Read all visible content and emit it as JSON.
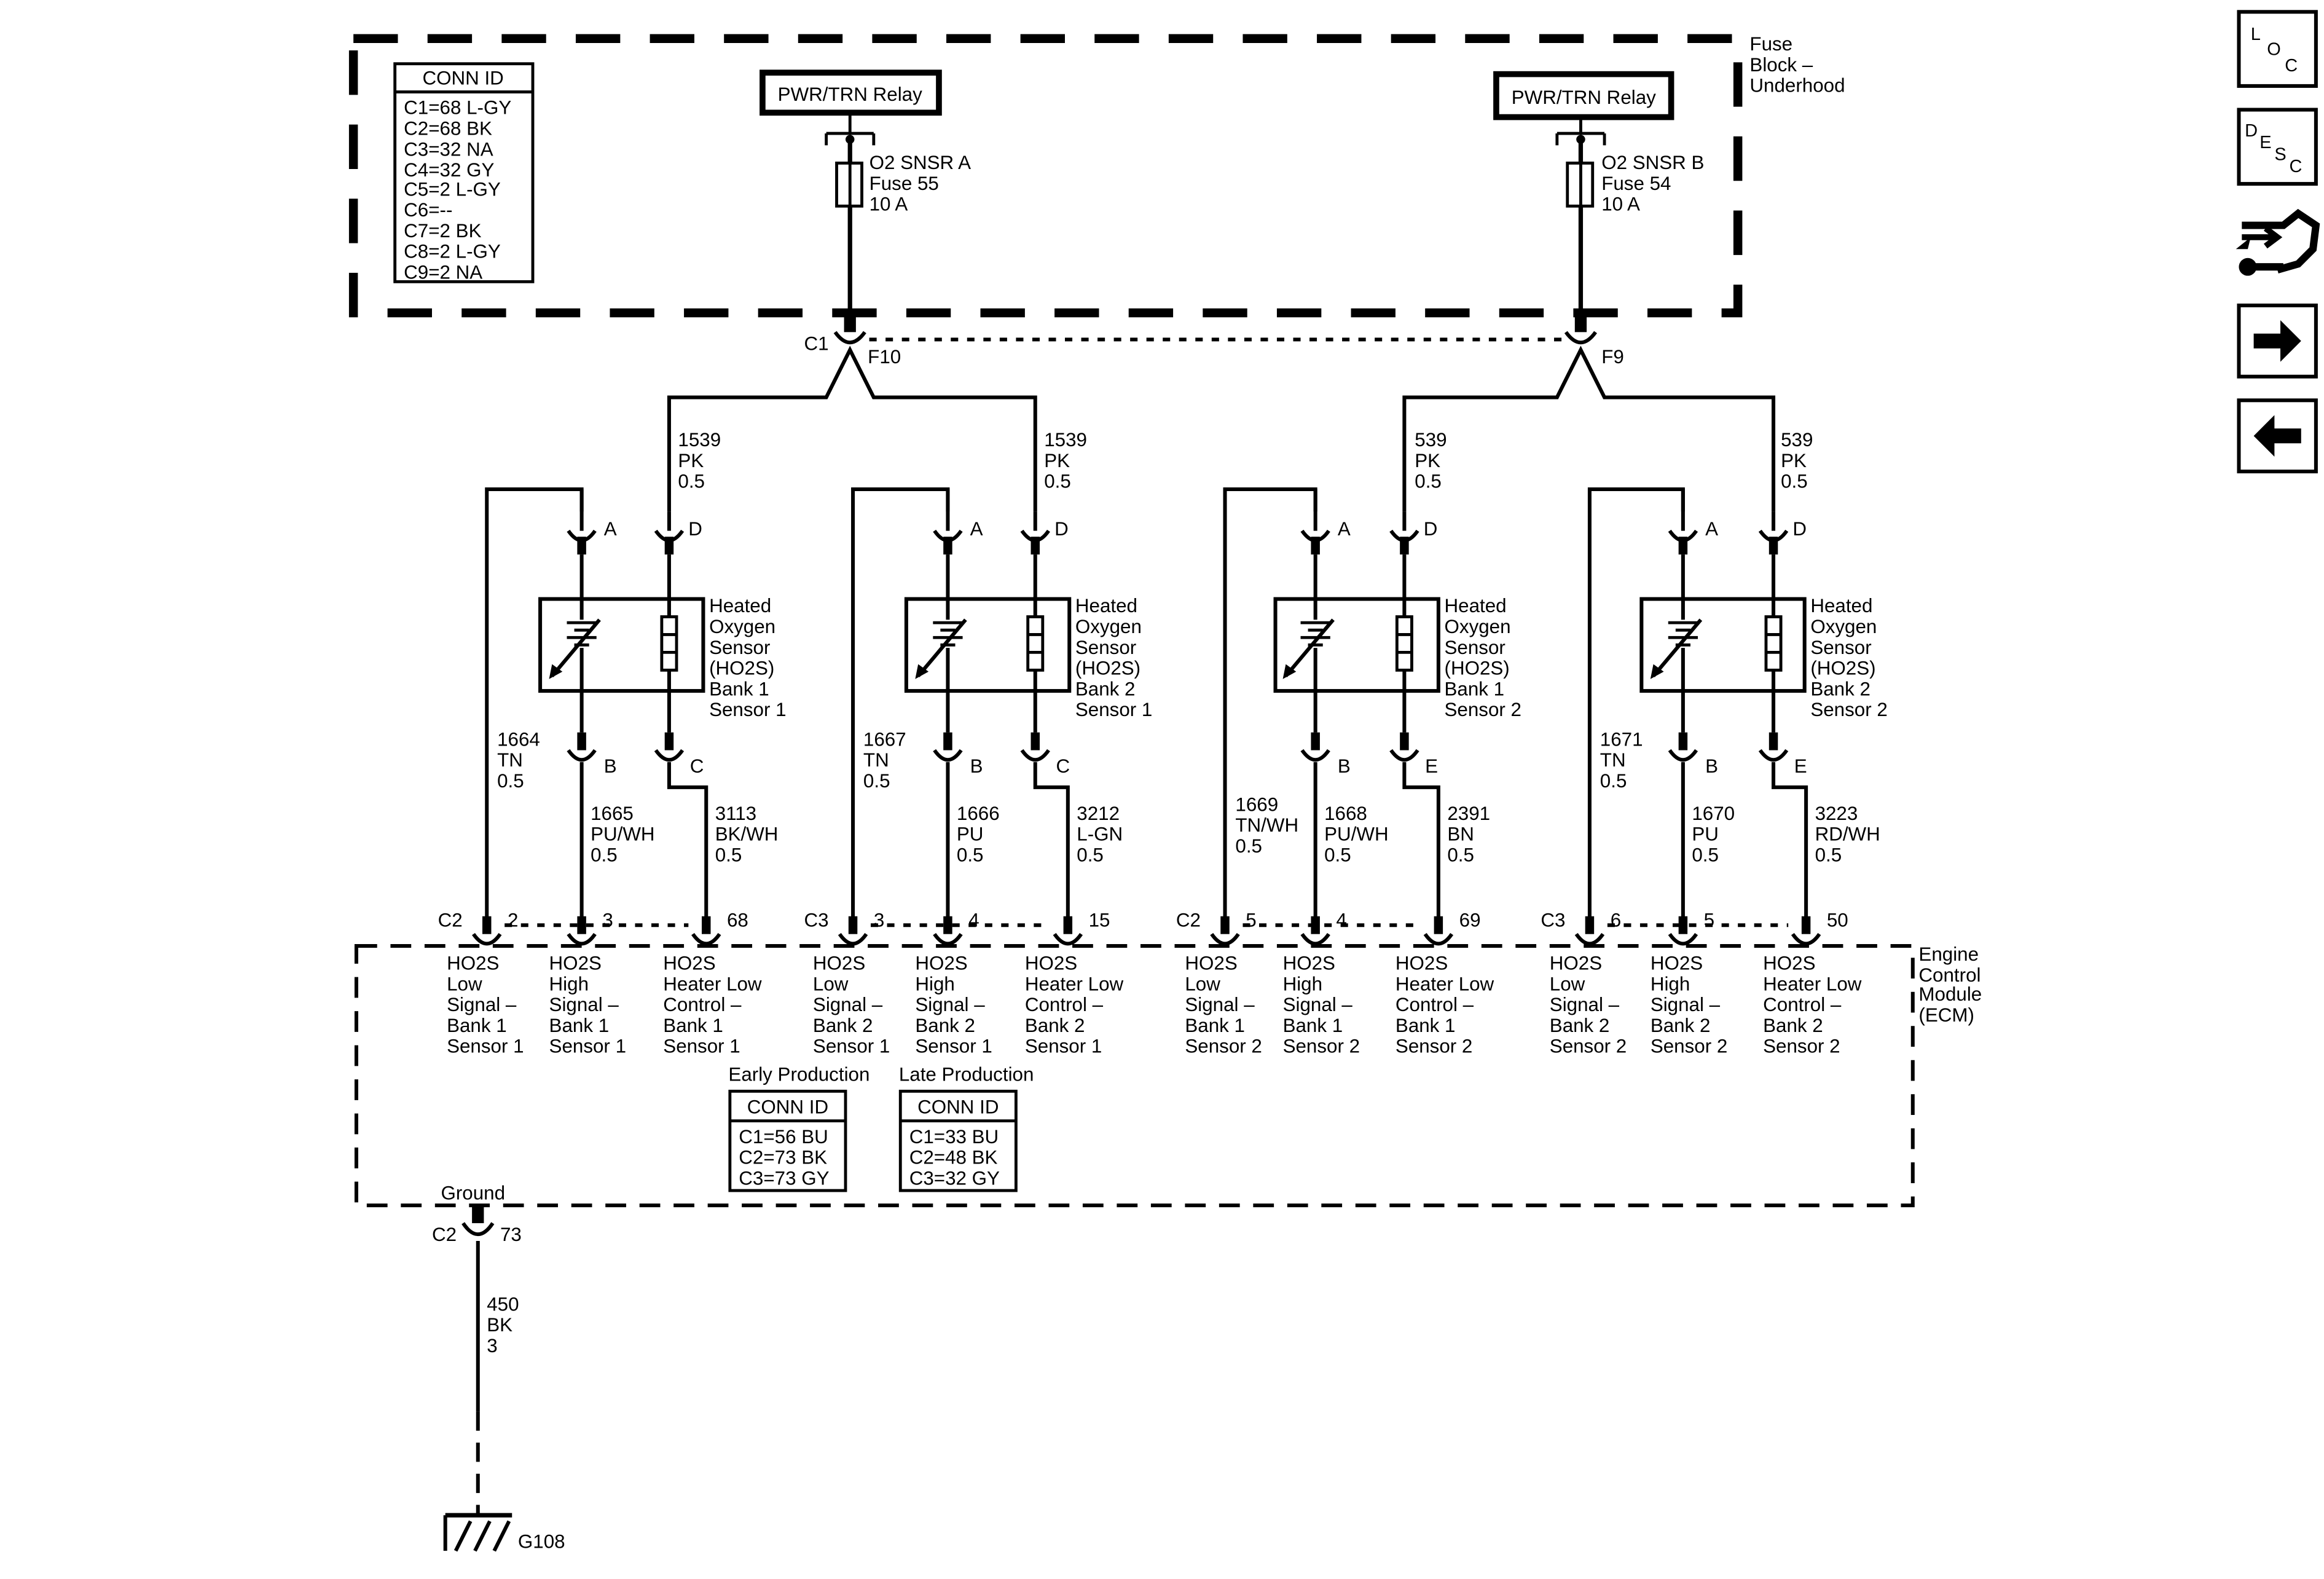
{
  "fuse_block": {
    "label_lines": [
      "Fuse",
      "Block –",
      "Underhood"
    ],
    "conn_id": {
      "title": "CONN ID",
      "rows": [
        "C1=68 L-GY",
        "C2=68 BK",
        "C3=32 NA",
        "C4=32 GY",
        "C5=2 L-GY",
        "C6=--",
        "C7=2 BK",
        "C8=2 L-GY",
        "C9=2 NA"
      ]
    },
    "relays": [
      {
        "label": "PWR/TRN Relay",
        "fuse_lines": [
          "O2 SNSR A",
          "Fuse 55",
          "10 A"
        ]
      },
      {
        "label": "PWR/TRN Relay",
        "fuse_lines": [
          "O2 SNSR B",
          "Fuse 54",
          "10 A"
        ]
      }
    ],
    "outputs": [
      {
        "connector": "C1",
        "pin": "F10"
      },
      {
        "connector": "",
        "pin": "F9"
      }
    ]
  },
  "feed_wires": [
    {
      "circuit": "1539",
      "color": "PK",
      "size": "0.5"
    },
    {
      "circuit": "1539",
      "color": "PK",
      "size": "0.5"
    },
    {
      "circuit": "539",
      "color": "PK",
      "size": "0.5"
    },
    {
      "circuit": "539",
      "color": "PK",
      "size": "0.5"
    }
  ],
  "sensors": [
    {
      "label_lines": [
        "Heated",
        "Oxygen",
        "Sensor",
        "(HO2S)",
        "Bank 1",
        "Sensor 1"
      ],
      "pins_top": [
        "A",
        "D"
      ],
      "pins_bottom": [
        "B",
        "C"
      ],
      "low_wire": [
        "1664",
        "TN",
        "0.5"
      ],
      "high_wire": [
        "1665",
        "PU/WH",
        "0.5"
      ],
      "heater_wire": [
        "3113",
        "BK/WH",
        "0.5"
      ],
      "ecm_connector": "C2",
      "ecm_pins": [
        "2",
        "3",
        "68"
      ]
    },
    {
      "label_lines": [
        "Heated",
        "Oxygen",
        "Sensor",
        "(HO2S)",
        "Bank 2",
        "Sensor 1"
      ],
      "pins_top": [
        "A",
        "D"
      ],
      "pins_bottom": [
        "B",
        "C"
      ],
      "low_wire": [
        "1667",
        "TN",
        "0.5"
      ],
      "high_wire": [
        "1666",
        "PU",
        "0.5"
      ],
      "heater_wire": [
        "3212",
        "L-GN",
        "0.5"
      ],
      "ecm_connector": "C3",
      "ecm_pins": [
        "3",
        "4",
        "15"
      ]
    },
    {
      "label_lines": [
        "Heated",
        "Oxygen",
        "Sensor",
        "(HO2S)",
        "Bank 1",
        "Sensor 2"
      ],
      "pins_top": [
        "A",
        "D"
      ],
      "pins_bottom": [
        "B",
        "E"
      ],
      "low_wire": [
        "1669",
        "TN/WH",
        "0.5"
      ],
      "high_wire": [
        "1668",
        "PU/WH",
        "0.5"
      ],
      "heater_wire": [
        "2391",
        "BN",
        "0.5"
      ],
      "ecm_connector": "C2",
      "ecm_pins": [
        "5",
        "4",
        "69"
      ]
    },
    {
      "label_lines": [
        "Heated",
        "Oxygen",
        "Sensor",
        "(HO2S)",
        "Bank 2",
        "Sensor 2"
      ],
      "pins_top": [
        "A",
        "D"
      ],
      "pins_bottom": [
        "B",
        "E"
      ],
      "low_wire": [
        "1671",
        "TN",
        "0.5"
      ],
      "high_wire": [
        "1670",
        "PU",
        "0.5"
      ],
      "heater_wire": [
        "3223",
        "RD/WH",
        "0.5"
      ],
      "ecm_connector": "C3",
      "ecm_pins": [
        "6",
        "5",
        "50"
      ]
    }
  ],
  "ecm": {
    "label_lines": [
      "Engine",
      "Control",
      "Module",
      "(ECM)"
    ],
    "signal_labels": [
      [
        "HO2S",
        "Low",
        "Signal –",
        "Bank 1",
        "Sensor 1"
      ],
      [
        "HO2S",
        "High",
        "Signal –",
        "Bank 1",
        "Sensor 1"
      ],
      [
        "HO2S",
        "Heater Low",
        "Control –",
        "Bank 1",
        "Sensor 1"
      ],
      [
        "HO2S",
        "Low",
        "Signal –",
        "Bank 2",
        "Sensor 1"
      ],
      [
        "HO2S",
        "High",
        "Signal –",
        "Bank 2",
        "Sensor 1"
      ],
      [
        "HO2S",
        "Heater Low",
        "Control –",
        "Bank 2",
        "Sensor 1"
      ],
      [
        "HO2S",
        "Low",
        "Signal –",
        "Bank 1",
        "Sensor 2"
      ],
      [
        "HO2S",
        "High",
        "Signal –",
        "Bank 1",
        "Sensor 2"
      ],
      [
        "HO2S",
        "Heater Low",
        "Control –",
        "Bank 1",
        "Sensor 2"
      ],
      [
        "HO2S",
        "Low",
        "Signal –",
        "Bank 2",
        "Sensor 2"
      ],
      [
        "HO2S",
        "High",
        "Signal –",
        "Bank 2",
        "Sensor 2"
      ],
      [
        "HO2S",
        "Heater Low",
        "Control –",
        "Bank 2",
        "Sensor 2"
      ]
    ],
    "early": {
      "caption": "Early Production",
      "title": "CONN ID",
      "rows": [
        "C1=56 BU",
        "C2=73 BK",
        "C3=73 GY"
      ]
    },
    "late": {
      "caption": "Late Production",
      "title": "CONN ID",
      "rows": [
        "C1=33 BU",
        "C2=48 BK",
        "C3=32 GY"
      ]
    },
    "ground": {
      "label": "Ground",
      "connector": "C2",
      "pin": "73",
      "wire": [
        "450",
        "BK",
        "3"
      ],
      "ground_id": "G108"
    }
  },
  "nav": {
    "loc": [
      "L",
      "O",
      "C"
    ],
    "desc": [
      "D",
      "E",
      "S",
      "C"
    ],
    "icons": [
      "wiring-tool-icon",
      "arrow-right-icon",
      "arrow-left-icon"
    ]
  }
}
